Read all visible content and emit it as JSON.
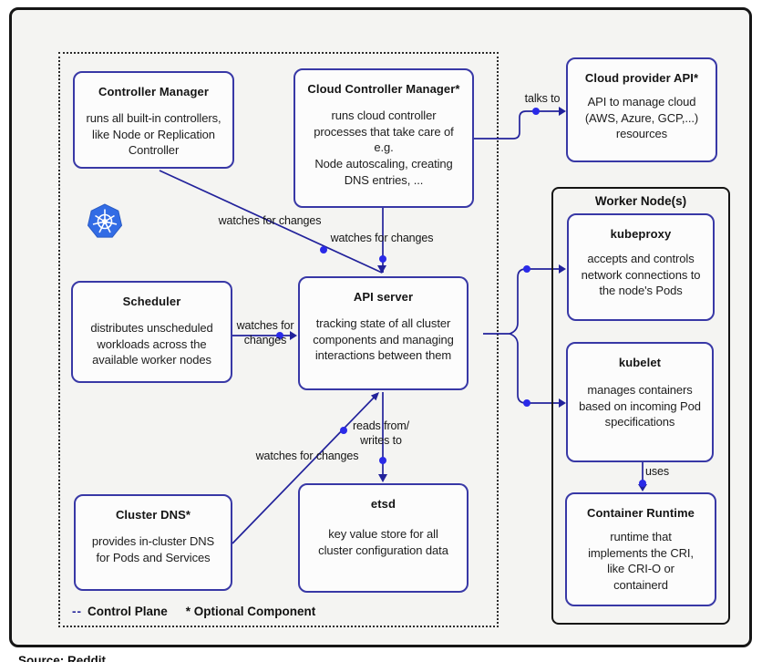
{
  "colors": {
    "accent_navy": "#22229b",
    "box_border_navy": "#3838a6",
    "dot_blue": "#2a2ae8",
    "kubernetes_blue": "#326CE5",
    "frame_background": "#f4f4f2"
  },
  "control_plane": {
    "controller_manager": {
      "title": "Controller Manager",
      "body": "runs all built-in controllers,\nlike Node or Replication\nController"
    },
    "cloud_controller_manager": {
      "title": "Cloud Controller Manager*",
      "body": "runs cloud controller\nprocesses that take care of\ne.g.\nNode autoscaling, creating\nDNS entries, ..."
    },
    "scheduler": {
      "title": "Scheduler",
      "body": "distributes unscheduled\nworkloads across the\navailable worker nodes"
    },
    "api_server": {
      "title": "API server",
      "body": "tracking state of all cluster\ncomponents and managing\ninteractions between them"
    },
    "cluster_dns": {
      "title": "Cluster DNS*",
      "body": "provides in-cluster DNS\nfor Pods and Services"
    },
    "etsd": {
      "title": "etsd",
      "body": "key value store for all\ncluster configuration data"
    }
  },
  "external": {
    "cloud_provider_api": {
      "title": "Cloud provider API*",
      "body": "API to manage cloud\n(AWS, Azure, GCP,...)\nresources"
    }
  },
  "worker_node": {
    "title": "Worker Node(s)",
    "kubeproxy": {
      "title": "kubeproxy",
      "body": "accepts and controls\nnetwork connections to\nthe node's Pods"
    },
    "kubelet": {
      "title": "kubelet",
      "body": "manages containers\nbased on incoming Pod\nspecifications"
    },
    "container_runtime": {
      "title": "Container Runtime",
      "body": "runtime that\nimplements the CRI,\nlike CRI-O or\ncontainerd"
    }
  },
  "edge_labels": {
    "cm_watches": "watches for changes",
    "ccm_watches": "watches for changes",
    "scheduler_watches": "watches for\nchanges",
    "reads_writes": "reads from/\nwrites to",
    "dns_watches": "watches for changes",
    "talks_to": "talks to",
    "uses": "uses"
  },
  "legend": {
    "dashes": "--",
    "control_plane_label": "Control Plane",
    "optional_component_label": "* Optional Component"
  },
  "caption": "Source: Reddit"
}
